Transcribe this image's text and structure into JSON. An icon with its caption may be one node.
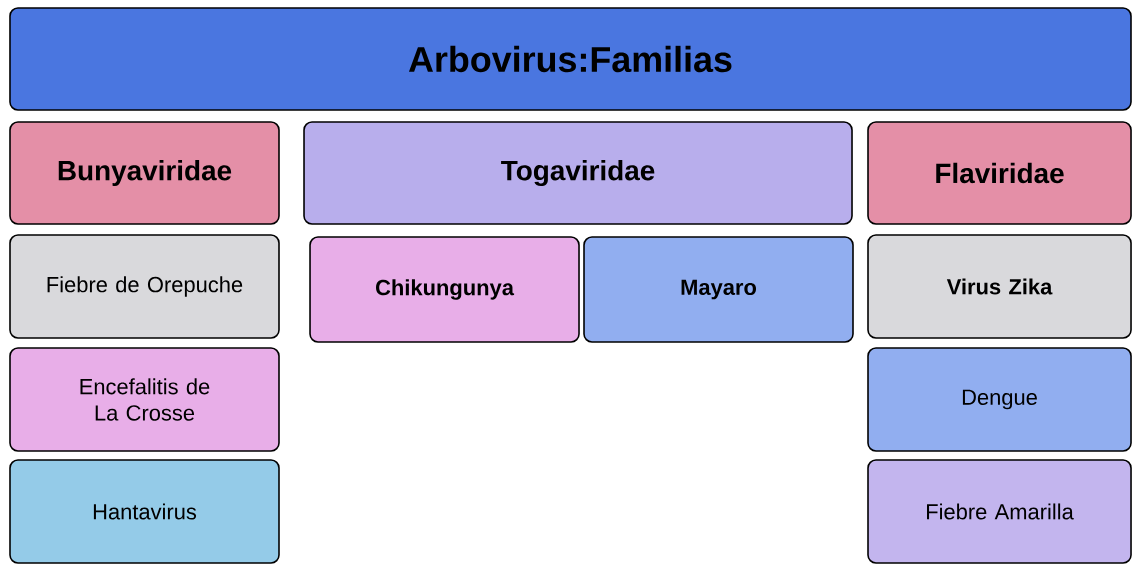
{
  "diagram": {
    "nodes": [
      {
        "text": [
          "Arbovirus:Familias"
        ]
      },
      {
        "text": [
          "Bunyaviridae"
        ]
      },
      {
        "text": [
          "Togaviridae"
        ]
      },
      {
        "text": [
          "Flaviridae"
        ]
      },
      {
        "text": [
          "Fiebre de Orepuche"
        ]
      },
      {
        "text": [
          "Encefalitis de La Crosse"
        ]
      },
      {
        "text": [
          "Hantavirus"
        ]
      },
      {
        "text": [
          "Chikungunya"
        ]
      },
      {
        "text": [
          "Mayaro"
        ]
      },
      {
        "text": [
          "Virus Zika"
        ]
      },
      {
        "text": [
          "Dengue"
        ]
      },
      {
        "text": [
          "Fiebre Amarilla"
        ]
      }
    ]
  }
}
